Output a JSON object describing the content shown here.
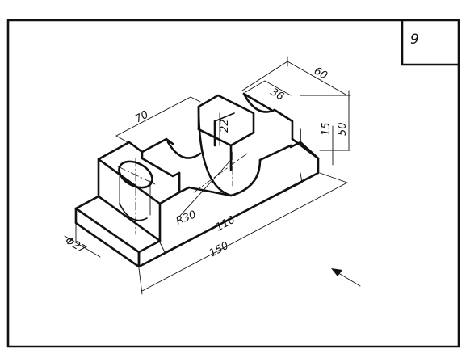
{
  "sheet": {
    "number": "9"
  },
  "dimensions": {
    "width_60": "60",
    "slot_36": "36",
    "depth_22": "22",
    "length_70": "70",
    "height_50": "50",
    "height_15": "15",
    "radius_30": "R30",
    "length_110": "110",
    "length_150": "150",
    "diameter_27": "Φ27"
  },
  "view_arrow": {
    "icon": "view-direction-arrow-icon"
  },
  "colors": {
    "ink": "#111111",
    "paper": "#ffffff"
  }
}
